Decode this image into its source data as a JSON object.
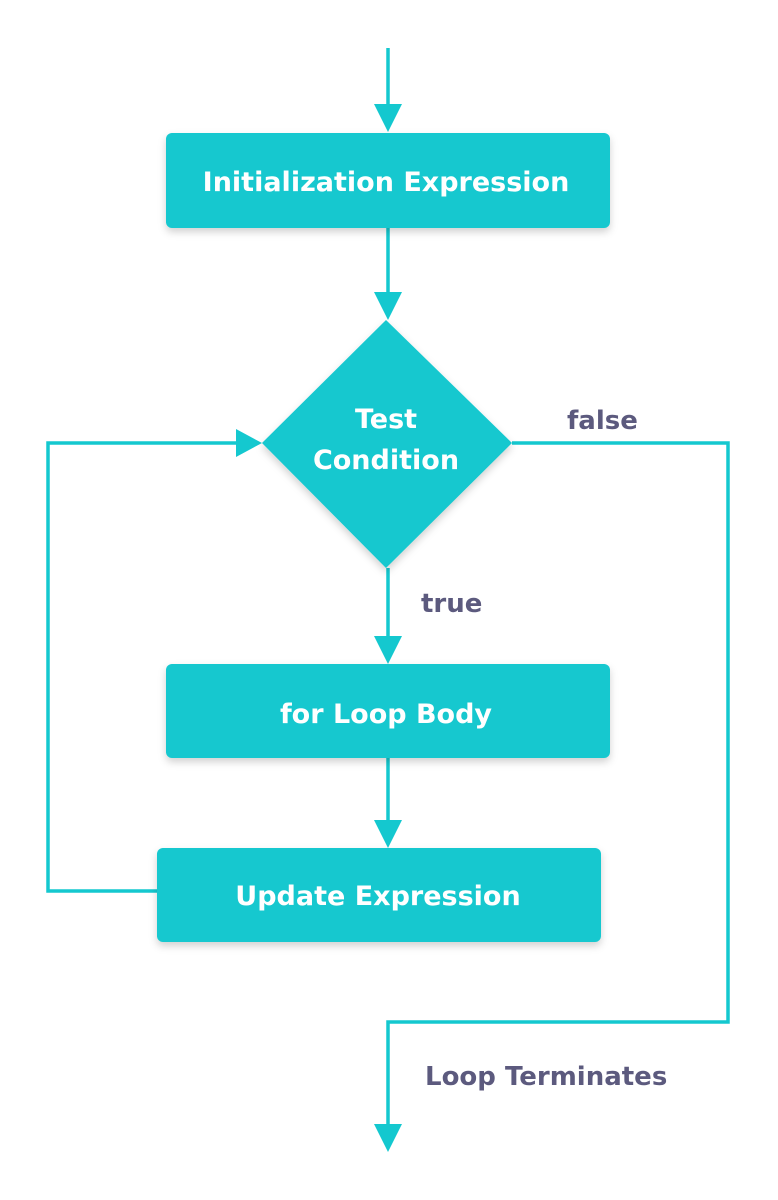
{
  "colors": {
    "node_fill": "#14c8cf",
    "connector": "#14c8cf",
    "node_text": "#ffffff",
    "edge_label_text": "#5c5a7e"
  },
  "nodes": {
    "initialization": "Initialization Expression",
    "condition_line1": "Test",
    "condition_line2": "Condition",
    "body": "for Loop Body",
    "update": "Update Expression"
  },
  "edge_labels": {
    "true_label": "true",
    "false_label": "false",
    "terminate_label": "Loop Terminates"
  }
}
